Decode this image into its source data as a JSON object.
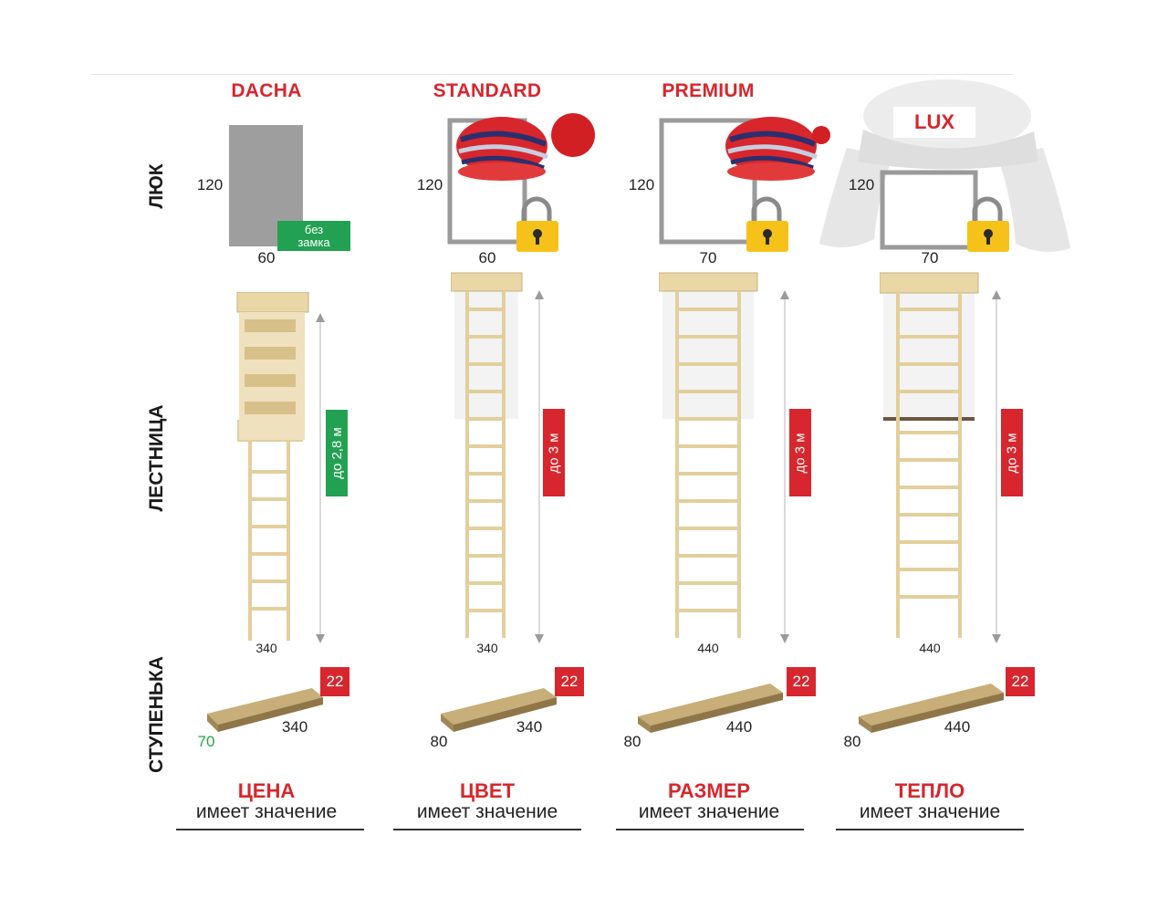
{
  "row_labels": {
    "hatch": "ЛЮК",
    "ladder": "ЛЕСТНИЦА",
    "step": "СТУПЕНЬКА"
  },
  "models": [
    {
      "title": "DACHA",
      "hatch_height": "120",
      "hatch_width": "60",
      "no_lock": "без замка",
      "ladder_height": "до 2,8 м",
      "ladder_width": "340",
      "step_thickness": "22",
      "step_length": "340",
      "step_depth": "70",
      "footer_title": "ЦЕНА",
      "footer_sub": "имеет значение"
    },
    {
      "title": "STANDARD",
      "hatch_height": "120",
      "hatch_width": "60",
      "ladder_height": "до 3 м",
      "ladder_width": "340",
      "step_thickness": "22",
      "step_length": "340",
      "step_depth": "80",
      "footer_title": "ЦВЕТ",
      "footer_sub": "имеет значение"
    },
    {
      "title": "PREMIUM",
      "hatch_height": "120",
      "hatch_width": "70",
      "ladder_height": "до 3 м",
      "ladder_width": "440",
      "step_thickness": "22",
      "step_length": "440",
      "step_depth": "80",
      "footer_title": "РАЗМЕР",
      "footer_sub": "имеет значение"
    },
    {
      "title": "LUX",
      "hatch_height": "120",
      "hatch_width": "70",
      "ladder_height": "до 3 м",
      "ladder_width": "440",
      "step_thickness": "22",
      "step_length": "440",
      "step_depth": "80",
      "footer_title": "ТЕПЛО",
      "footer_sub": "имеет значение"
    }
  ],
  "colors": {
    "accent_red": "#d7262d",
    "accent_green": "#23a153",
    "wood": "#e9d7a6",
    "frame_gray": "#9a9a9a"
  },
  "icons": {
    "lock": "padlock-icon",
    "hat": "knit-hat-icon",
    "fur_hat": "fur-hat-icon",
    "ladder": "folding-ladder-icon",
    "step": "wooden-step-icon"
  }
}
